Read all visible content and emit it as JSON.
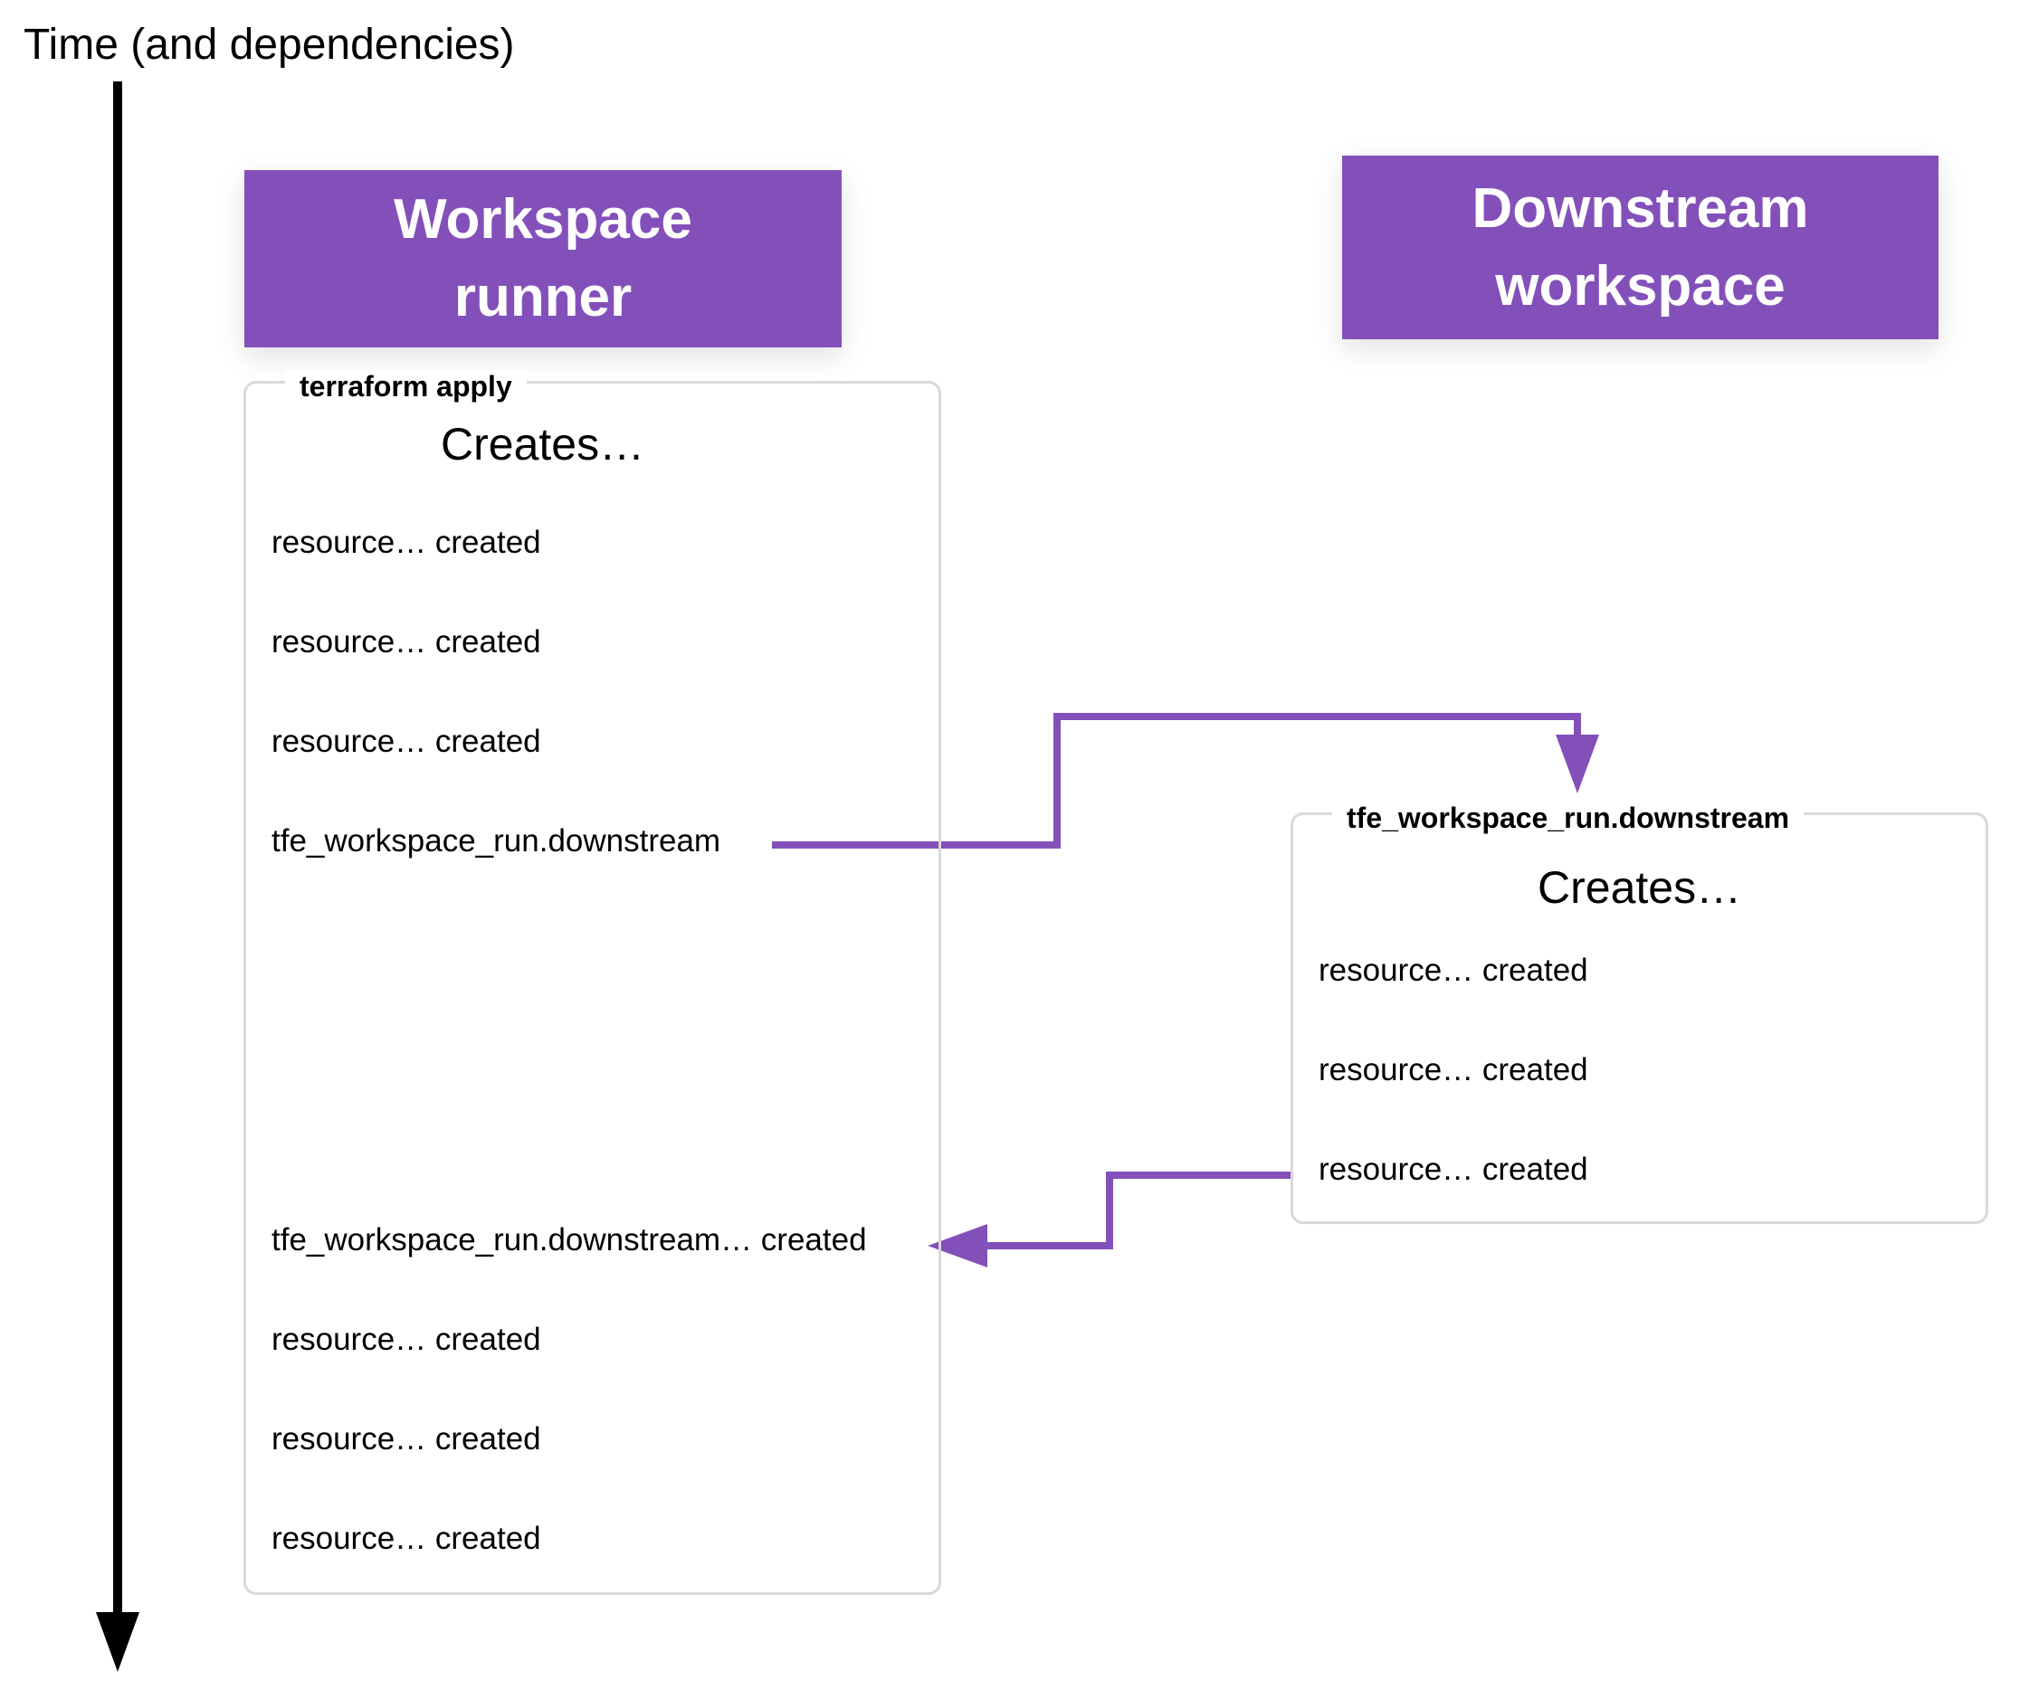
{
  "axis": {
    "label": "Time (and dependencies)"
  },
  "workspace_runner": {
    "title_line1": "Workspace",
    "title_line2": "runner",
    "panel_label": "terraform apply",
    "creates": "Creates…",
    "rows": [
      "resource… created",
      "resource… created",
      "resource… created",
      "tfe_workspace_run.downstream",
      "tfe_workspace_run.downstream… created",
      "resource… created",
      "resource… created",
      "resource… created"
    ]
  },
  "downstream_workspace": {
    "title_line1": "Downstream",
    "title_line2": "workspace",
    "panel_label": "tfe_workspace_run.downstream",
    "creates": "Creates…",
    "rows": [
      "resource… created",
      "resource… created",
      "resource… created"
    ]
  },
  "colors": {
    "accent": "#8350ba",
    "panel_border": "#d9d9d9",
    "axis": "#000000"
  }
}
